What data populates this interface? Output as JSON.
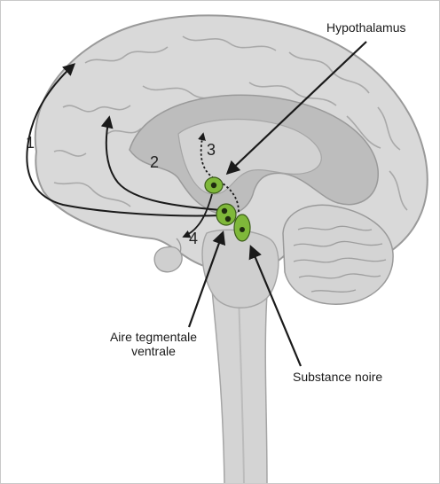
{
  "labels": {
    "hypothalamus": "Hypothalamus",
    "vta_line1": "Aire tegmentale",
    "vta_line2": "ventrale",
    "substantia_nigra": "Substance noire"
  },
  "pathway_numbers": [
    "1",
    "2",
    "3",
    "4"
  ],
  "colors": {
    "brain_outer": "#d9d9d9",
    "brain_inner": "#bdbdbd",
    "brain_outline": "#9a9a9a",
    "nucleus_fill": "#7fb83a",
    "nucleus_core": "#1f2b10",
    "arrow": "#1a1a1a"
  }
}
